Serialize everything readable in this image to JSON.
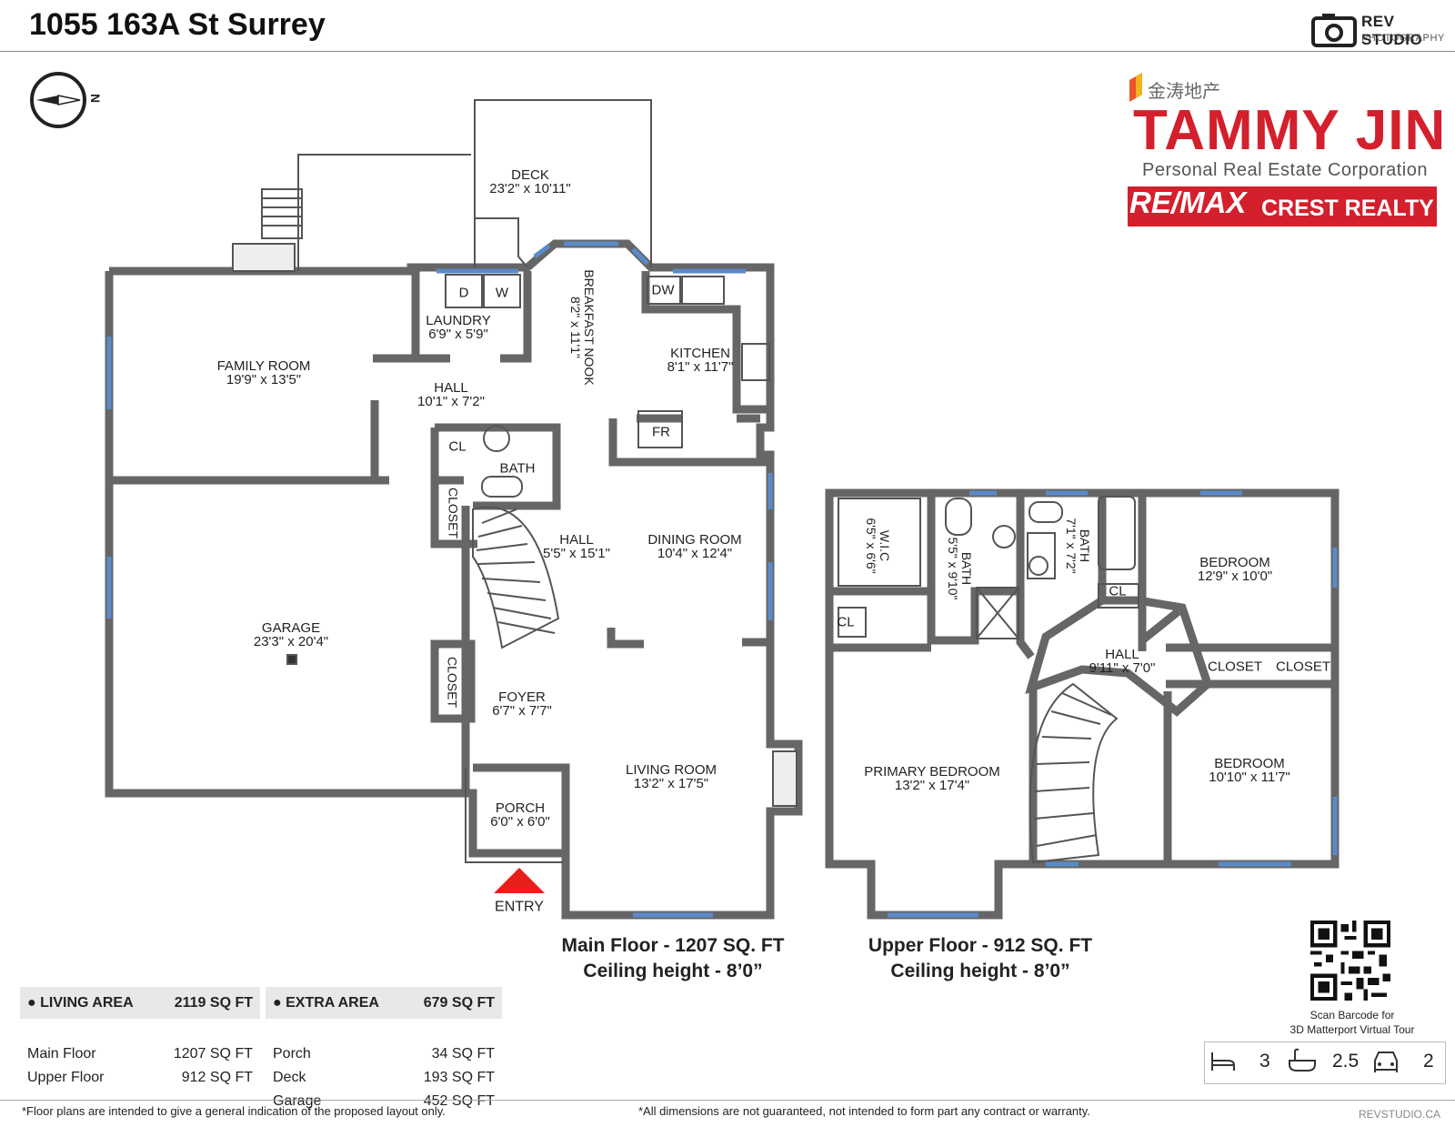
{
  "header": {
    "address": "1055 163A St Surrey",
    "studio_name": "REV STUDIO",
    "studio_sub": "PHOTOGRAPHY"
  },
  "branding": {
    "chinese_name": "金涛地产",
    "agent_name": "TAMMY JIN",
    "agent_title": "Personal Real Estate Corporation",
    "brokerage_1": "RE/MAX",
    "brokerage_2": "CREST REALTY",
    "brand_color": "#d3202c"
  },
  "compass": {
    "label": "N",
    "icon": "compass-icon"
  },
  "main_floor": {
    "rooms": [
      {
        "name": "DECK",
        "dims": "23'2\" x 10'11\""
      },
      {
        "name": "LAUNDRY",
        "dims": "6'9\" x 5'9\""
      },
      {
        "name": "BREAKFAST NOOK",
        "dims": "8'2\" x 11'1\""
      },
      {
        "name": "KITCHEN",
        "dims": "8'1\" x 11'7\""
      },
      {
        "name": "FAMILY ROOM",
        "dims": "19'9\" x 13'5\""
      },
      {
        "name": "HALL",
        "dims": "10'1\" x 7'2\""
      },
      {
        "name": "GARAGE",
        "dims": "23'3\" x 20'4\""
      },
      {
        "name": "HALL",
        "dims": "5'5\" x 15'1\""
      },
      {
        "name": "DINING ROOM",
        "dims": "10'4\" x 12'4\""
      },
      {
        "name": "FOYER",
        "dims": "6'7\" x 7'7\""
      },
      {
        "name": "LIVING ROOM",
        "dims": "13'2\" x 17'5\""
      },
      {
        "name": "PORCH",
        "dims": "6'0\" x 6'0\""
      }
    ],
    "small_labels": {
      "dryer": "D",
      "washer": "W",
      "dishwasher": "DW",
      "fridge": "FR",
      "cl": "CL",
      "bath": "BATH",
      "closet_1": "CLOSET",
      "closet_2": "CLOSET",
      "entry": "ENTRY"
    },
    "caption_1": "Main Floor - 1207 SQ. FT",
    "caption_2": "Ceiling height - 8’0”"
  },
  "upper_floor": {
    "rooms": [
      {
        "name": "W.I.C",
        "dims": "6'5\" x 6'6\""
      },
      {
        "name": "BATH",
        "dims": "5'5\" x 9'10\""
      },
      {
        "name": "BATH",
        "dims": "7'1\" x 7'2\""
      },
      {
        "name": "BEDROOM",
        "dims": "12'9\" x 10'0\""
      },
      {
        "name": "HALL",
        "dims": "9'11\" x 7'0\""
      },
      {
        "name": "PRIMARY BEDROOM",
        "dims": "13'2\" x 17'4\""
      },
      {
        "name": "BEDROOM",
        "dims": "10'10\" x 11'7\""
      }
    ],
    "small_labels": {
      "cl_1": "CL",
      "cl_2": "CL",
      "closet_1": "CLOSET",
      "closet_2": "CLOSET"
    },
    "caption_1": "Upper Floor - 912 SQ. FT",
    "caption_2": "Ceiling height - 8’0”"
  },
  "living_area": {
    "header": "LIVING AREA",
    "total": "2119 SQ FT",
    "rows": [
      {
        "label": "Main Floor",
        "value": "1207 SQ FT"
      },
      {
        "label": "Upper Floor",
        "value": "912 SQ FT"
      }
    ]
  },
  "extra_area": {
    "header": "EXTRA AREA",
    "total": "679 SQ FT",
    "rows": [
      {
        "label": "Porch",
        "value": "34 SQ FT"
      },
      {
        "label": "Deck",
        "value": "193 SQ FT"
      },
      {
        "label": "Garage",
        "value": "452 SQ FT"
      }
    ]
  },
  "scan": {
    "line_1": "Scan Barcode for",
    "line_2": "3D Matterport Virtual Tour"
  },
  "stats": {
    "beds": "3",
    "baths": "2.5",
    "parking": "2",
    "icons": [
      "bed-icon",
      "bathtub-icon",
      "car-icon"
    ]
  },
  "footer": {
    "left": "*Floor plans are intended to give a general indication of the proposed layout only.",
    "center": "*All dimensions are not guaranteed, not intended to form part any contract or warranty.",
    "right": "REVSTUDIO.CA"
  }
}
